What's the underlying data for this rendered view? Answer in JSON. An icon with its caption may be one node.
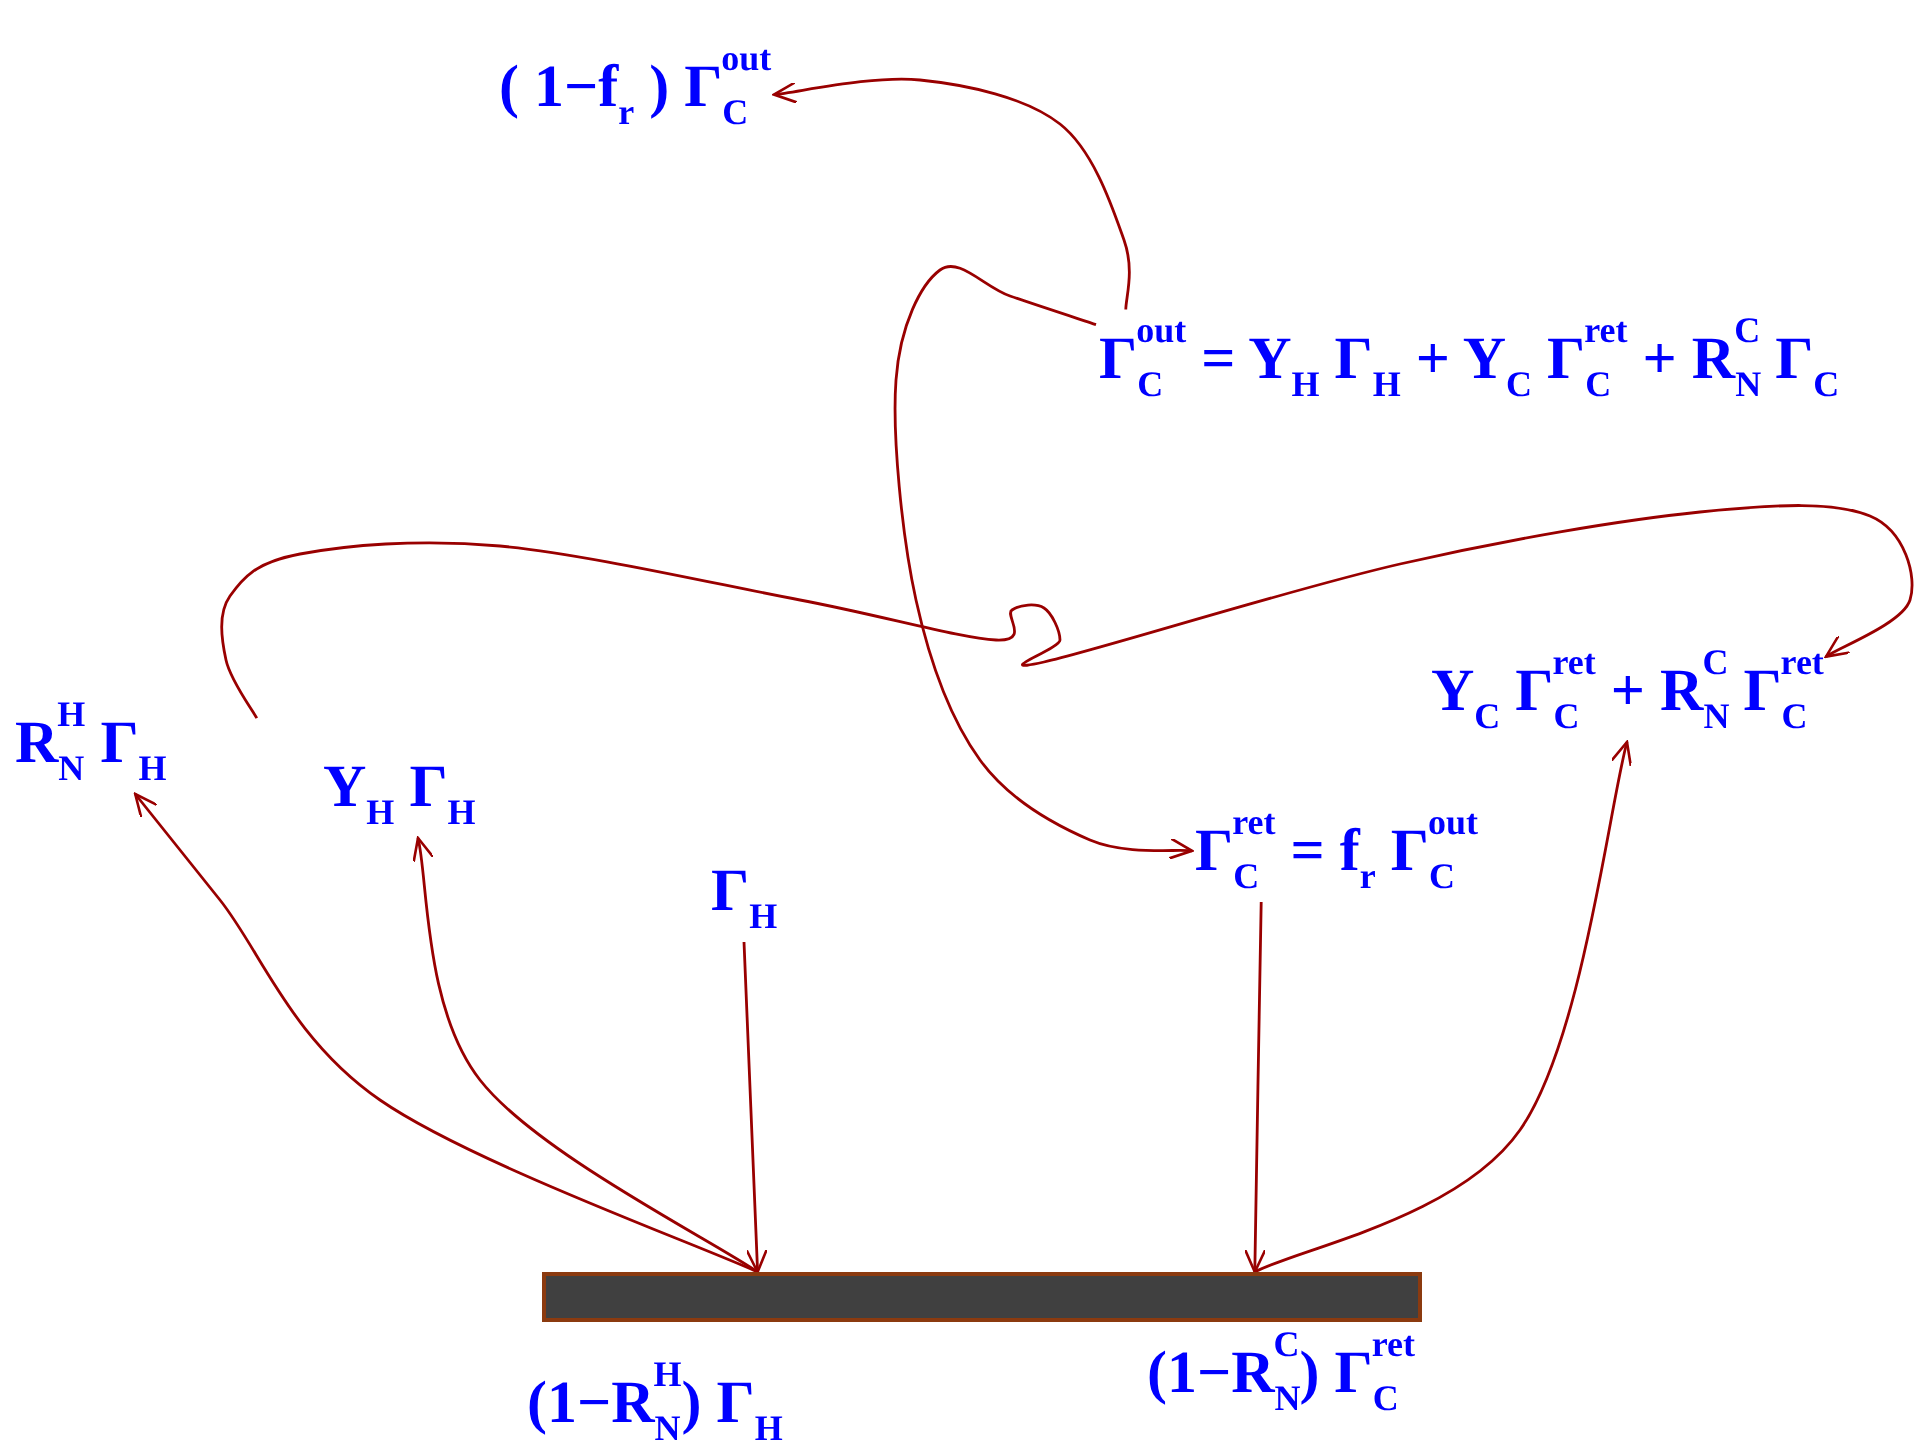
{
  "diagram": {
    "nodes": [
      {
        "text": [
          "( 1−f$_{r}$ ) Γ$_{C}$$^{out}$"
        ]
      },
      {
        "text": [
          "Γ$_{C}$$^{out}$ = Y$_{H}$ Γ$_{H}$ + Y$_{C}$ Γ$_{C}$$^{ret}$ + R$_{N}$$^{C}$ Γ$_{C}$"
        ]
      },
      {
        "text": [
          "R$_{N}$$^{H}$ Γ$_{H}$"
        ]
      },
      {
        "text": [
          "Y$_{H}$ Γ$_{H}$"
        ]
      },
      {
        "text": [
          "Γ$_{H}$"
        ]
      },
      {
        "text": [
          "Γ$_{C}$$^{ret}$ = f$_{r}$ Γ$_{C}$$^{out}$"
        ]
      },
      {
        "text": [
          "Y$_{C}$ Γ$_{C}$$^{ret}$ + R$_{N}$$^{C}$ Γ$_{C}$$^{ret}$"
        ]
      },
      {
        "text": [],
        "shape": "bar",
        "beside": [
          "(1−R$_{N}$$^{H}$) Γ$_{H}$",
          "(1−R$_{N}$$^{C}$) Γ$_{C}$$^{ret}$"
        ]
      }
    ],
    "edges": [
      {
        "from": 1,
        "to": 0,
        "arrow": "to"
      },
      {
        "from": 1,
        "to": 5,
        "arrow": "to"
      },
      {
        "from": 3,
        "to": 6,
        "arrow": "to"
      },
      {
        "from": 7,
        "to": 2,
        "arrow": "to"
      },
      {
        "from": 7,
        "to": 3,
        "arrow": "to"
      },
      {
        "from": 4,
        "to": 7,
        "arrow": "to"
      },
      {
        "from": 5,
        "to": 7,
        "arrow": "to"
      },
      {
        "from": 7,
        "to": 6,
        "arrow": "to"
      }
    ]
  }
}
